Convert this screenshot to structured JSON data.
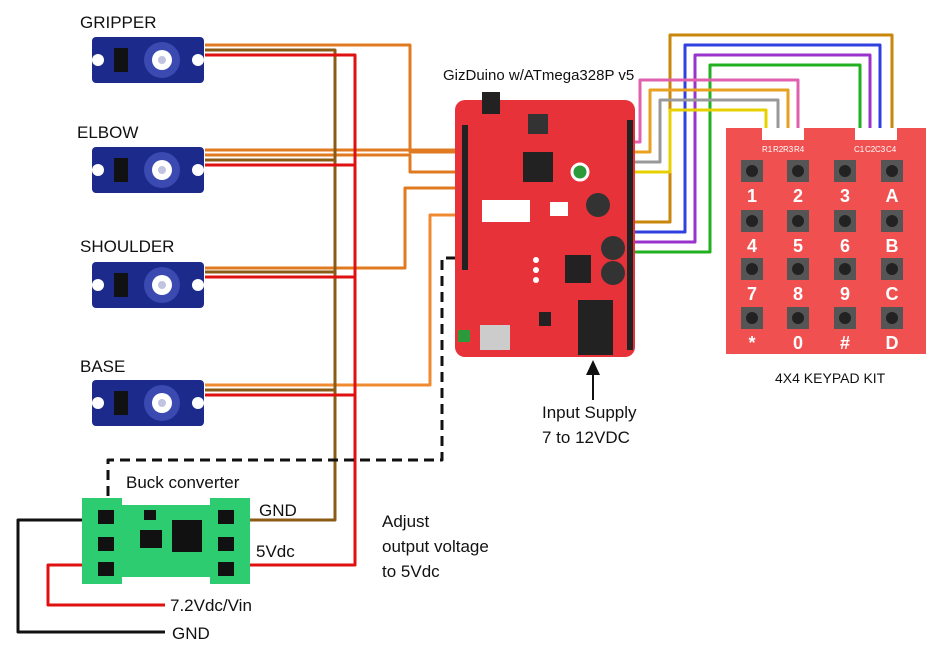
{
  "servos": {
    "gripper": "GRIPPER",
    "elbow": "ELBOW",
    "shoulder": "SHOULDER",
    "base": "BASE"
  },
  "board": {
    "title": "GizDuino  w/ATmega328P v5"
  },
  "supply": {
    "line1": "Input Supply",
    "line2": "7 to 12VDC"
  },
  "keypad": {
    "title": "4X4 KEYPAD KIT",
    "row_pins": [
      "R1",
      "R2",
      "R3",
      "R4"
    ],
    "col_pins": [
      "C1",
      "C2",
      "C3",
      "C4"
    ],
    "keys": [
      "1",
      "2",
      "3",
      "A",
      "4",
      "5",
      "6",
      "B",
      "7",
      "8",
      "9",
      "C",
      "*",
      "0",
      "#",
      "D"
    ]
  },
  "buck": {
    "title": "Buck converter",
    "out_gnd": "GND",
    "out_5v": "5Vdc",
    "in_vin": "7.2Vdc/Vin",
    "in_gnd": "GND"
  },
  "note": {
    "line1": "Adjust",
    "line2": "output voltage",
    "line3": "to 5Vdc"
  },
  "colors": {
    "orange": "#e07a20",
    "brown": "#8b5a14",
    "red": "#e01010",
    "pink": "#e060b0",
    "gray": "#999999",
    "yellow": "#e8d000",
    "blue": "#3040e0",
    "green": "#20b020",
    "board": "#e8323a",
    "keypad": "#f05050",
    "servo": "#1c2a8c",
    "buck": "#2ecc71"
  }
}
